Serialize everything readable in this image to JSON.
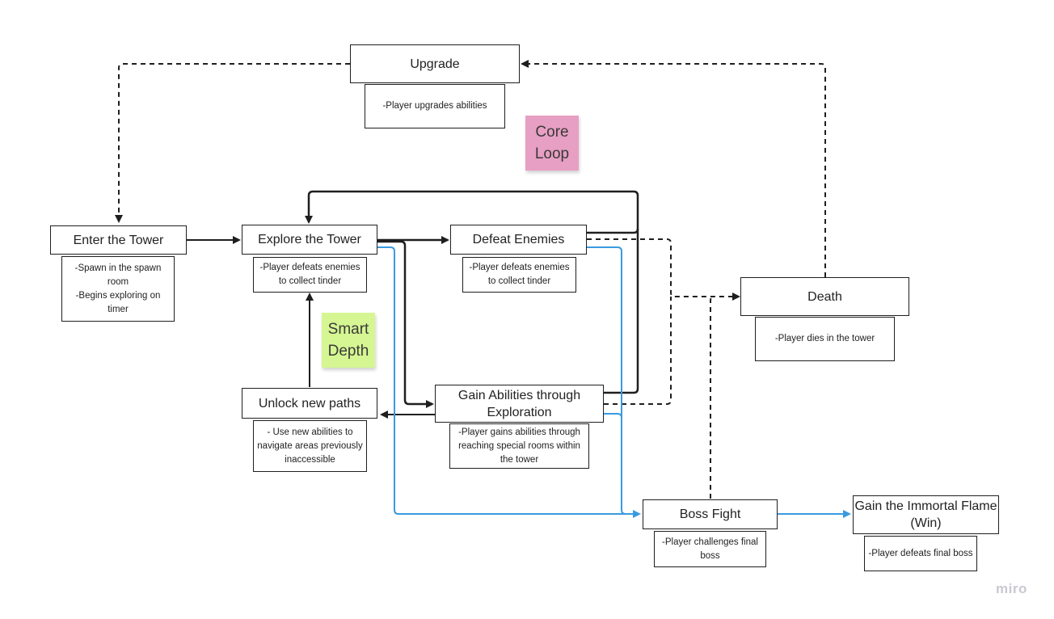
{
  "colors": {
    "stroke": "#1f1f1f",
    "blue": "#3a9ae0",
    "pink_sticky": "#e79fc3",
    "green_sticky": "#d5f692"
  },
  "nodes": {
    "upgrade": {
      "title": "Upgrade",
      "note": "-Player upgrades abilities"
    },
    "enter_tower": {
      "title": "Enter the Tower",
      "note": "-Spawn in the spawn room\n-Begins exploring on timer"
    },
    "explore_tower": {
      "title": "Explore the Tower",
      "note": "-Player defeats enemies to collect tinder"
    },
    "defeat_enemies": {
      "title": "Defeat Enemies",
      "note": "-Player defeats enemies to collect tinder"
    },
    "death": {
      "title": "Death",
      "note": "-Player dies in the tower"
    },
    "unlock_paths": {
      "title": "Unlock new paths",
      "note": "- Use new abilities to navigate areas previously inaccessible"
    },
    "gain_abilities": {
      "title": "Gain Abilities through Exploration",
      "note": "-Player gains abilities through reaching special rooms within the tower"
    },
    "boss_fight": {
      "title": "Boss Fight",
      "note": "-Player challenges final boss"
    },
    "immortal_flame": {
      "title": "Gain the Immortal Flame (Win)",
      "note": "-Player defeats final boss"
    }
  },
  "stickies": {
    "core_loop": "Core Loop",
    "smart_depth": "Smart Depth"
  },
  "branding": {
    "watermark": "miro"
  }
}
